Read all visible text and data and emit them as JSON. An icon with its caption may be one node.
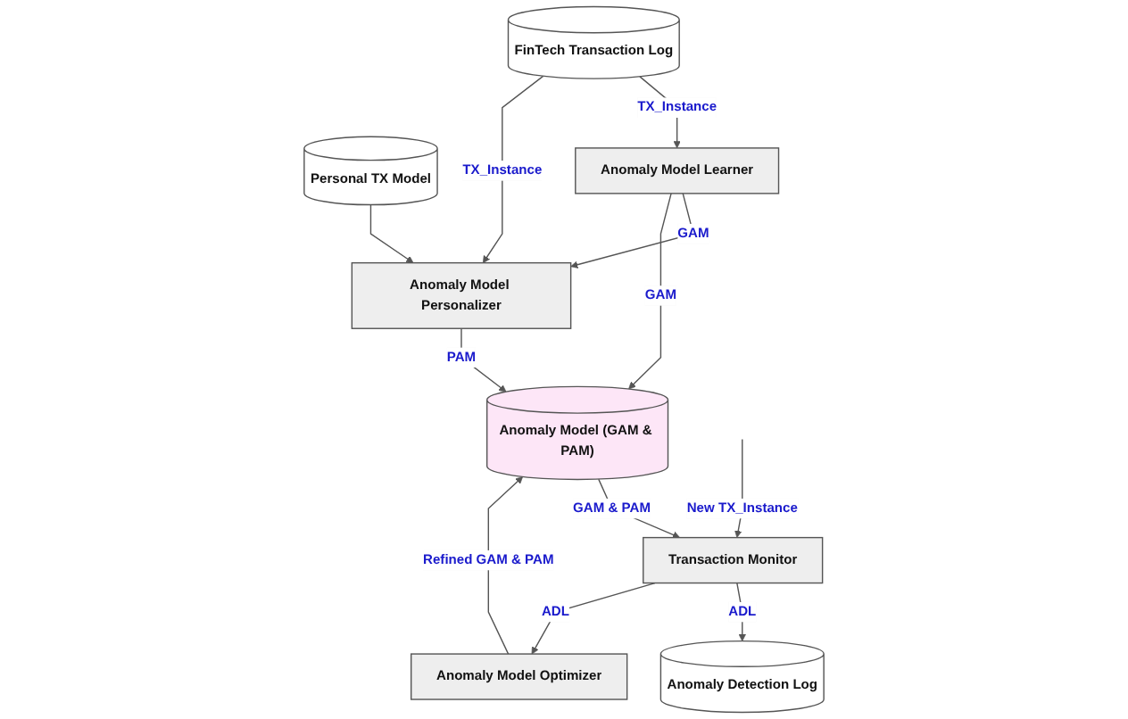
{
  "diagram": {
    "nodes": [
      {
        "text": [
          "FinTech Transaction Log"
        ]
      },
      {
        "text": [
          "Personal TX Model"
        ]
      },
      {
        "text": [
          "Anomaly Model Learner"
        ]
      },
      {
        "text": [
          "Anomaly Model Personalizer"
        ]
      },
      {
        "text": [
          "Anomaly Model (GAM & PAM)"
        ]
      },
      {
        "text": [
          "Transaction Monitor"
        ]
      },
      {
        "text": [
          "Anomaly Model Optimizer"
        ]
      },
      {
        "text": [
          "Anomaly Detection Log"
        ]
      }
    ],
    "edges": [
      {
        "from": 0,
        "to": 2,
        "arrow": "to",
        "label": "TX_Instance"
      },
      {
        "from": 0,
        "to": 3,
        "arrow": "to",
        "label": "TX_Instance"
      },
      {
        "from": 1,
        "to": 3,
        "arrow": "to"
      },
      {
        "from": 2,
        "to": 3,
        "arrow": "to",
        "label": "GAM"
      },
      {
        "from": 2,
        "to": 4,
        "arrow": "to",
        "label": "GAM"
      },
      {
        "from": 3,
        "to": 4,
        "arrow": "to",
        "label": "PAM"
      },
      {
        "from": 4,
        "to": 5,
        "arrow": "to",
        "label": "GAM & PAM"
      },
      {
        "from": null,
        "to": 5,
        "arrow": "to",
        "label": "New TX_Instance"
      },
      {
        "from": 5,
        "to": 7,
        "arrow": "to",
        "label": "ADL"
      },
      {
        "from": 5,
        "to": 6,
        "arrow": "to",
        "label": "ADL"
      },
      {
        "from": 6,
        "to": 4,
        "arrow": "to",
        "label": "Refined GAM & PAM"
      }
    ]
  }
}
